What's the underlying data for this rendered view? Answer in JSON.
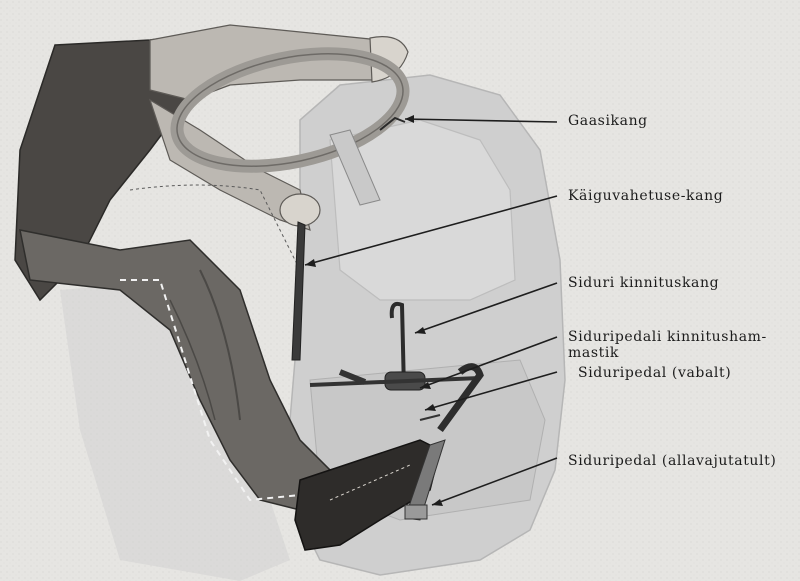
{
  "labels": {
    "gas_lever": "Gaasikang",
    "gear_lever": "Käiguvahetuse-kang",
    "clutch_lock_lever": "Siduri kinnituskang",
    "pedal_lock_line1": "Siduripedali kinnitusham-",
    "pedal_lock_line2": "mastik",
    "clutch_pedal_free": "Siduripedal (vabalt)",
    "clutch_pedal_pressed": "Siduripedal (allavajutatult)"
  }
}
